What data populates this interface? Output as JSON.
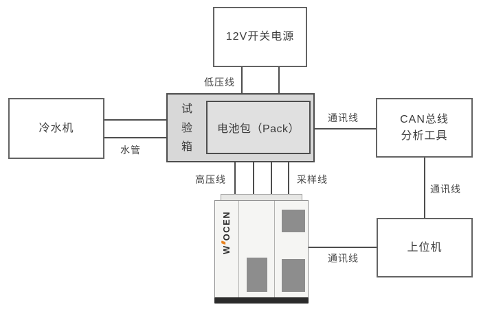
{
  "nodes": {
    "power": {
      "label": "12V开关电源"
    },
    "chiller": {
      "label": "冷水机"
    },
    "chamber": {
      "chars": [
        "试",
        "验",
        "箱"
      ]
    },
    "pack": {
      "label": "电池包（Pack）"
    },
    "can_tool": {
      "line1": "CAN总线",
      "line2": "分析工具"
    },
    "host": {
      "label": "上位机"
    },
    "tester": {
      "brand_w": "W",
      "brand_rest": "OCEN"
    }
  },
  "edge_labels": {
    "low_voltage": "低压线",
    "water": "水管",
    "comm_pack_can": "通讯线",
    "comm_can_host": "通讯线",
    "comm_tester_host": "通讯线",
    "high_voltage": "高压线",
    "sampling": "采样线"
  },
  "colors": {
    "line": "#4d4d4d",
    "box_border": "#636363",
    "chamber_fill": "#d8d8d8",
    "pack_fill": "#e0e0e0",
    "device_body": "#f5f5f3",
    "vent_gray": "#8d8d8d",
    "base_dark": "#2b2b2b",
    "brand_accent": "#e8821e",
    "text": "#3b3b3b"
  }
}
